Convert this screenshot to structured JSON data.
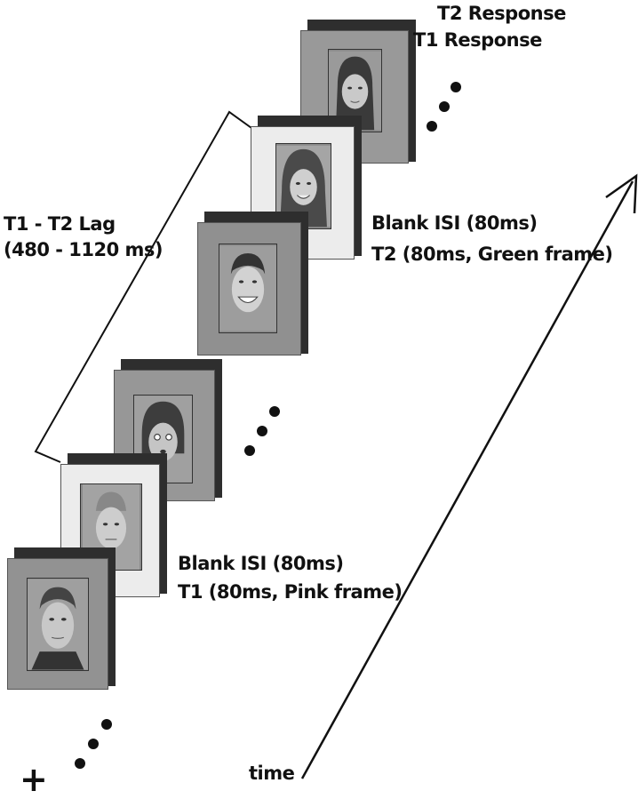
{
  "labels": {
    "t2_response": "T2 Response",
    "t1_response": "T1 Response",
    "lag_line1": "T1 - T2 Lag",
    "lag_line2": "(480 - 1120 ms)",
    "blank_isi_top": "Blank ISI (80ms)",
    "t2_label": "T2 (80ms, Green frame)",
    "blank_isi_bottom": "Blank ISI (80ms)",
    "t1_label": "T1 (80ms, Pink frame)",
    "time": "time",
    "fixation": "+"
  },
  "colors": {
    "frame_gray": "#8f8f8f",
    "frame_light": "#eeeeee",
    "shadow": "#2e2e2e",
    "ink": "#111111"
  }
}
